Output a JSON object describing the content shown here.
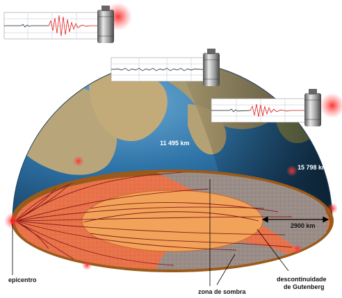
{
  "labels": {
    "distance_1": "11 495 km",
    "distance_2": "15 798 km",
    "core_depth": "2900 km",
    "epicenter": "epicentro",
    "shadow_zone": "zona de sombra",
    "gutenberg_line1": "descontinuidade",
    "gutenberg_line2": "de Gutenberg"
  },
  "colors": {
    "mantle": "#e8734a",
    "core": "#f2a35a",
    "shadow": "#9a8d87",
    "rim": "#9a5a1a",
    "wave": "#8a1a1a",
    "ocean": "#2f74a8",
    "land": "#b9a57a",
    "glow": "#ff3030",
    "seismo_trace_quiet": "#222222",
    "seismo_trace_active": "#e0201a"
  },
  "seismographs": [
    {
      "name": "seismograph-top",
      "activity": "strong"
    },
    {
      "name": "seismograph-middle",
      "activity": "quiet"
    },
    {
      "name": "seismograph-right",
      "activity": "strong"
    }
  ]
}
